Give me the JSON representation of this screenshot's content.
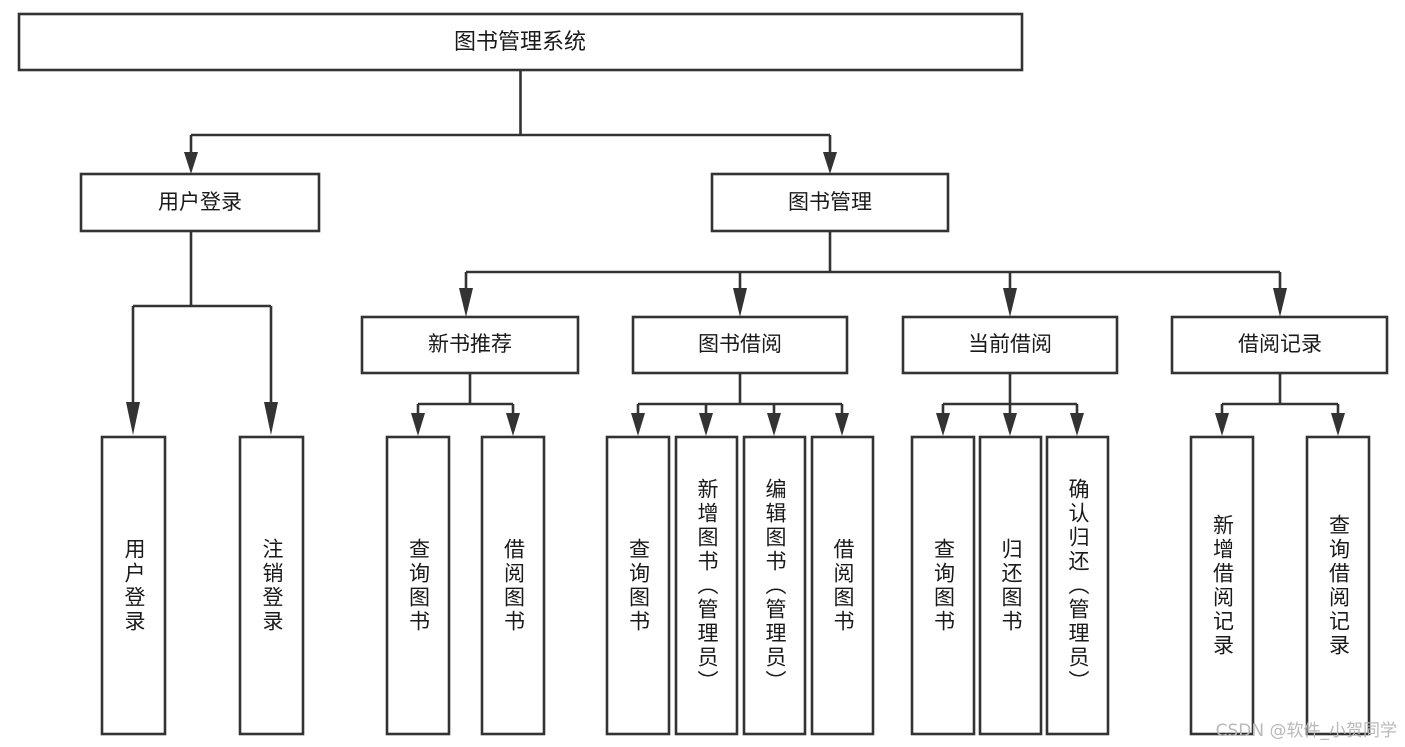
{
  "diagram": {
    "title": "图书管理系统",
    "type": "tree-hierarchy-diagram",
    "colors": {
      "box_stroke": "#333333",
      "box_fill": "#ffffff",
      "text": "#1a1a1a",
      "background": "#ffffff",
      "watermark": "#b9b9b9"
    },
    "root": {
      "label": "图书管理系统"
    },
    "level2": [
      {
        "label": "用户登录"
      },
      {
        "label": "图书管理"
      }
    ],
    "level3": [
      {
        "label": "新书推荐"
      },
      {
        "label": "图书借阅"
      },
      {
        "label": "当前借阅"
      },
      {
        "label": "借阅记录"
      }
    ],
    "leaves_user_login": [
      {
        "label": "用户登录"
      },
      {
        "label": "注销登录"
      }
    ],
    "leaves_new_book": [
      {
        "label": "查询图书"
      },
      {
        "label": "借阅图书"
      }
    ],
    "leaves_borrow": [
      {
        "label": "查询图书"
      },
      {
        "label": "新增图书（管理员）"
      },
      {
        "label": "编辑图书（管理员）"
      },
      {
        "label": "借阅图书"
      }
    ],
    "leaves_current": [
      {
        "label": "查询图书"
      },
      {
        "label": "归还图书"
      },
      {
        "label": "确认归还（管理员）"
      }
    ],
    "leaves_records": [
      {
        "label": "新增借阅记录"
      },
      {
        "label": "查询借阅记录"
      }
    ]
  },
  "watermark": {
    "text": "CSDN @软件_小贺同学"
  }
}
